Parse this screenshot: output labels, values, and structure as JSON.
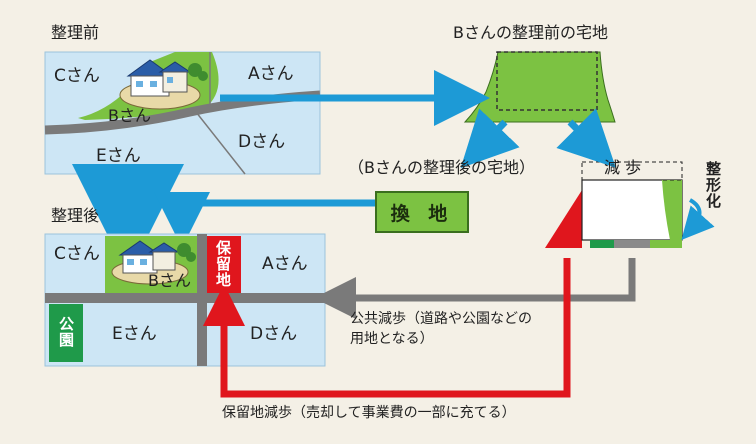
{
  "labels": {
    "before": "整理前",
    "after": "整理後",
    "b_before_land": "Bさんの整理前の宅地",
    "b_after_land": "（Bさんの整理後の宅地）",
    "reduction": "減 歩",
    "shaping": "整形化",
    "exchange_land": "換 地",
    "reserved_land": "保留地",
    "park": "公園",
    "public_reduction": "公共減歩（道路や公園などの",
    "public_reduction_2": "用地となる）",
    "reserved_reduction": "保留地減歩（売却して事業費の一部に充てる）"
  },
  "before_map": {
    "c": "Cさん",
    "a": "Aさん",
    "b": "Bさん",
    "d": "Dさん",
    "e": "Eさん"
  },
  "after_map": {
    "c": "Cさん",
    "a": "Aさん",
    "b": "Bさん",
    "d": "Dさん",
    "e": "Eさん"
  },
  "colors": {
    "background": "#f4f0e6",
    "lot": "#cde6f5",
    "green": "#7cc242",
    "road": "#7a7a7a",
    "arrow_blue": "#1d9ad6",
    "reserved_red": "#e0161d",
    "park_green": "#1f9a4a"
  }
}
